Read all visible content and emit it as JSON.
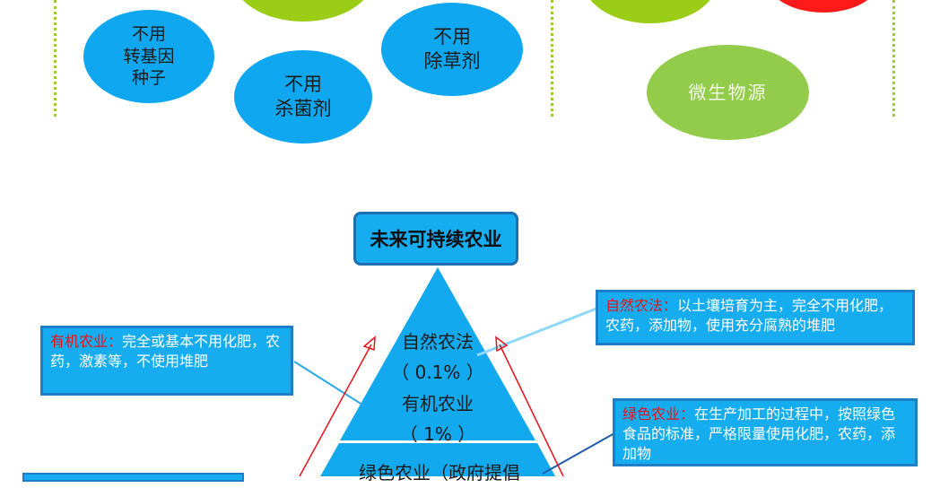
{
  "top_ellipses": {
    "gmo": "不用\n转基因\n种子",
    "fungicide": "不用\n杀菌剂",
    "herbicide": "不用\n除草剂",
    "microbe": "微生物源"
  },
  "title": "未来可持续农业",
  "pyramid": {
    "natural_name": "自然农法",
    "natural_pct": "（ 0.1% ）",
    "organic_name": "有机农业",
    "organic_pct": "（ 1% ）",
    "green_name": "绿色农业（政府提倡"
  },
  "callouts": {
    "natural": {
      "keyword": "自然农法：",
      "text": "以土壤培育为主，完全不用化肥，农药，添加物，使用充分腐熟的堆肥"
    },
    "organic": {
      "keyword": "有机农业：",
      "text": "完全或基本不用化肥，农药，激素等，不使用堆肥"
    },
    "green": {
      "keyword": "绿色农业：",
      "text": "在生产加工的过程中，按照绿色食品的标准，严格限量使用化肥，农药，添加物"
    }
  },
  "colors": {
    "ellipse_blue": "#0fa8f0",
    "ellipse_green": "#92cc4a",
    "pyramid_blue": "#12a9ee",
    "keyword_red": "#e8121a",
    "arrow_red": "#e8121a"
  }
}
